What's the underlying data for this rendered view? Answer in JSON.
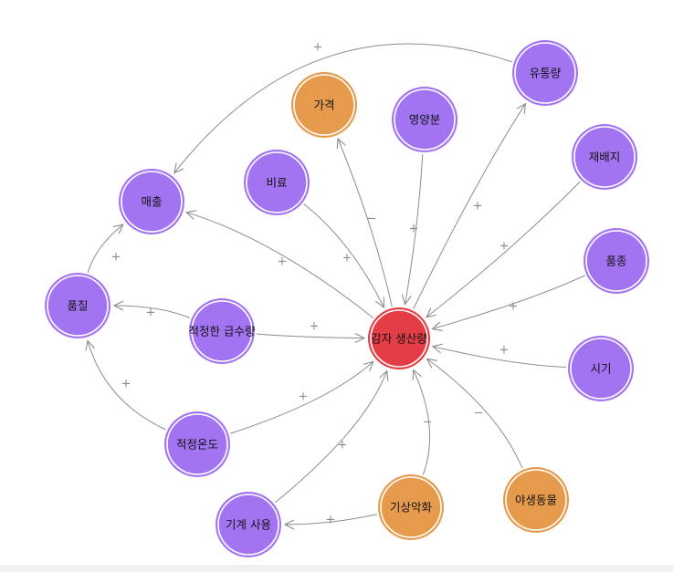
{
  "colors": {
    "purple": "#a374f2",
    "orange": "#e69a4c",
    "red": "#e43d45",
    "edge": "#8c8c8c"
  },
  "nodes": [
    {
      "id": "center",
      "label": "감자 생산량",
      "color": "red"
    },
    {
      "id": "sales",
      "label": "매출",
      "color": "purple"
    },
    {
      "id": "quality",
      "label": "품질",
      "color": "purple"
    },
    {
      "id": "water",
      "label": "적정한 급수량",
      "color": "purple"
    },
    {
      "id": "temp",
      "label": "적정온도",
      "color": "purple"
    },
    {
      "id": "machine",
      "label": "기계 사용",
      "color": "purple"
    },
    {
      "id": "weather",
      "label": "기상악화",
      "color": "orange"
    },
    {
      "id": "wildlife",
      "label": "야생동물",
      "color": "orange"
    },
    {
      "id": "timing",
      "label": "시기",
      "color": "purple"
    },
    {
      "id": "variety",
      "label": "품종",
      "color": "purple"
    },
    {
      "id": "realloc",
      "label": "재배지",
      "color": "purple"
    },
    {
      "id": "distribution",
      "label": "유통량",
      "color": "purple"
    },
    {
      "id": "nutrients",
      "label": "영양분",
      "color": "purple"
    },
    {
      "id": "price",
      "label": "가격",
      "color": "orange"
    },
    {
      "id": "fertilizer",
      "label": "비료",
      "color": "purple"
    }
  ],
  "edges": [
    {
      "id": "distribution-sales",
      "from": "distribution",
      "to": "sales",
      "sign": "+"
    },
    {
      "id": "fertilizer-center",
      "from": "fertilizer",
      "to": "center",
      "sign": "+"
    },
    {
      "id": "center-price",
      "from": "center",
      "to": "price",
      "sign": "−"
    },
    {
      "id": "nutrients-center",
      "from": "nutrients",
      "to": "center",
      "sign": "+"
    },
    {
      "id": "center-distribution",
      "from": "center",
      "to": "distribution",
      "sign": "+"
    },
    {
      "id": "realloc-center",
      "from": "realloc",
      "to": "center",
      "sign": "+"
    },
    {
      "id": "variety-center",
      "from": "variety",
      "to": "center",
      "sign": "+"
    },
    {
      "id": "timing-center",
      "from": "timing",
      "to": "center",
      "sign": "+"
    },
    {
      "id": "wildlife-center",
      "from": "wildlife",
      "to": "center",
      "sign": "−"
    },
    {
      "id": "weather-center",
      "from": "weather",
      "to": "center",
      "sign": "−"
    },
    {
      "id": "weather-machine",
      "from": "weather",
      "to": "machine",
      "sign": "+"
    },
    {
      "id": "machine-center",
      "from": "machine",
      "to": "center",
      "sign": "+"
    },
    {
      "id": "temp-center",
      "from": "temp",
      "to": "center",
      "sign": "+"
    },
    {
      "id": "temp-quality",
      "from": "temp",
      "to": "quality",
      "sign": "+"
    },
    {
      "id": "water-center",
      "from": "water",
      "to": "center",
      "sign": "+"
    },
    {
      "id": "water-quality",
      "from": "water",
      "to": "quality",
      "sign": "+"
    },
    {
      "id": "quality-sales",
      "from": "quality",
      "to": "sales",
      "sign": "+"
    },
    {
      "id": "center-sales",
      "from": "center",
      "to": "sales",
      "sign": "+"
    }
  ]
}
